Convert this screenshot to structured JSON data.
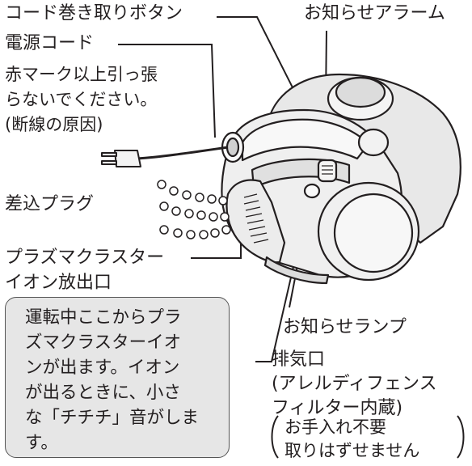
{
  "labels": {
    "cord_button": "コード巻き取りボタン",
    "alarm": "お知らせアラーム",
    "power_cord": "電源コード",
    "cord_warning": [
      "赤マーク以上引っ張",
      "らないでください。",
      "(断線の原因)"
    ],
    "plug": "差込プラグ",
    "ion_outlet": [
      "プラズマクラスター",
      "イオン放出口"
    ],
    "lamp": "お知らせランプ",
    "exhaust": [
      "排気口",
      "(アレルディフェンス",
      "フィルター内蔵)"
    ],
    "exhaust_note": [
      "お手入れ不要",
      "取りはずせません"
    ]
  },
  "note_box": {
    "lines": [
      "運転中ここからプラ",
      "ズマクラスターイオ",
      "ンが出ます。イオン",
      "が出るときに、小さ",
      "な「チチチ」音がしま",
      "す。"
    ]
  }
}
